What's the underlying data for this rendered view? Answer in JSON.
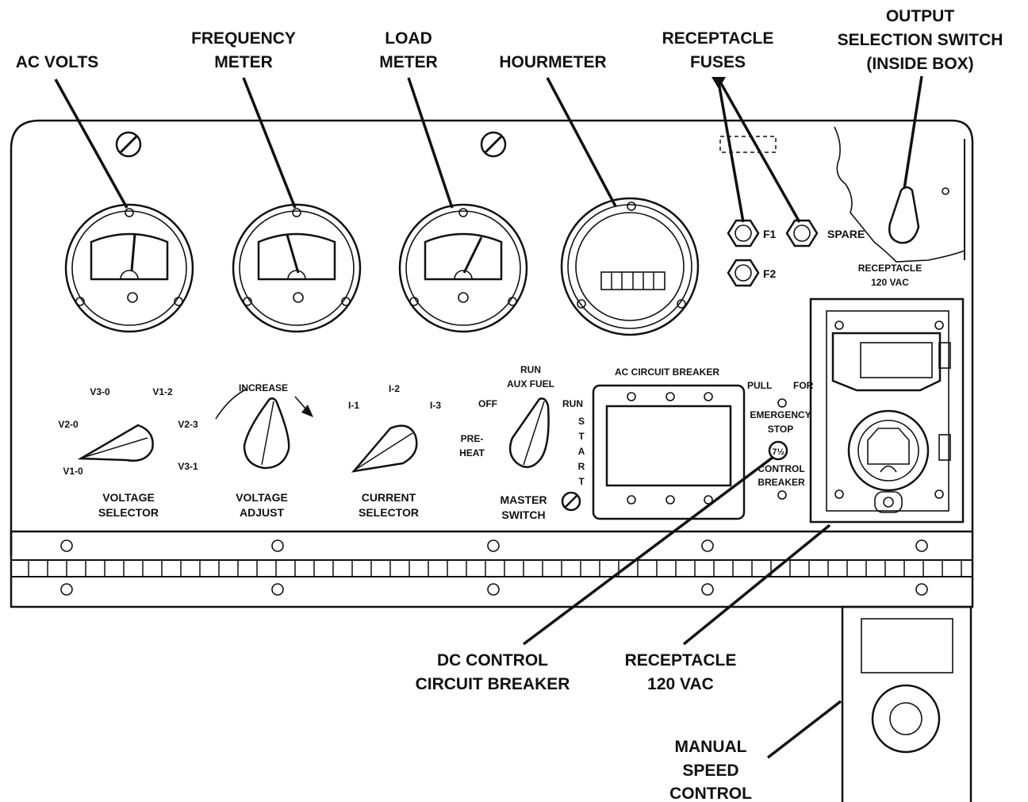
{
  "callouts": {
    "ac_volts": "AC VOLTS",
    "frequency_meter_1": "FREQUENCY",
    "frequency_meter_2": "METER",
    "load_meter_1": "LOAD",
    "load_meter_2": "METER",
    "hourmeter": "HOURMETER",
    "receptacle_fuses_1": "RECEPTACLE",
    "receptacle_fuses_2": "FUSES",
    "output_switch_1": "OUTPUT",
    "output_switch_2": "SELECTION SWITCH",
    "output_switch_3": "(INSIDE BOX)",
    "dc_breaker_1": "DC CONTROL",
    "dc_breaker_2": "CIRCUIT BREAKER",
    "receptacle_1": "RECEPTACLE",
    "receptacle_2": "120 VAC",
    "manual_speed_1": "MANUAL",
    "manual_speed_2": "SPEED",
    "manual_speed_3": "CONTROL"
  },
  "panel": {
    "fuse_f1": "F1",
    "fuse_f2": "F2",
    "fuse_spare": "SPARE",
    "receptacle_label_1": "RECEPTACLE",
    "receptacle_label_2": "120 VAC",
    "voltage_selector": {
      "positions": [
        "V3-0",
        "V1-2",
        "V2-0",
        "V2-3",
        "V1-0",
        "V3-1"
      ],
      "label_1": "VOLTAGE",
      "label_2": "SELECTOR"
    },
    "voltage_adjust": {
      "increase": "INCREASE",
      "label_1": "VOLTAGE",
      "label_2": "ADJUST"
    },
    "current_selector": {
      "positions": [
        "I-1",
        "I-2",
        "I-3"
      ],
      "label_1": "CURRENT",
      "label_2": "SELECTOR"
    },
    "master_switch": {
      "run_aux_1": "RUN",
      "run_aux_2": "AUX FUEL",
      "off": "OFF",
      "run": "RUN",
      "preheat_1": "PRE-",
      "preheat_2": "HEAT",
      "start_letters": [
        "S",
        "T",
        "A",
        "R",
        "T"
      ],
      "label_1": "MASTER",
      "label_2": "SWITCH"
    },
    "ac_breaker": "AC CIRCUIT BREAKER",
    "emergency": {
      "pull": "PULL",
      "for": "FOR",
      "line_2": "EMERGENCY",
      "line_3": "STOP"
    },
    "control_breaker": {
      "rating": "7½",
      "line_1": "CONTROL",
      "line_2": "BREAKER"
    }
  }
}
